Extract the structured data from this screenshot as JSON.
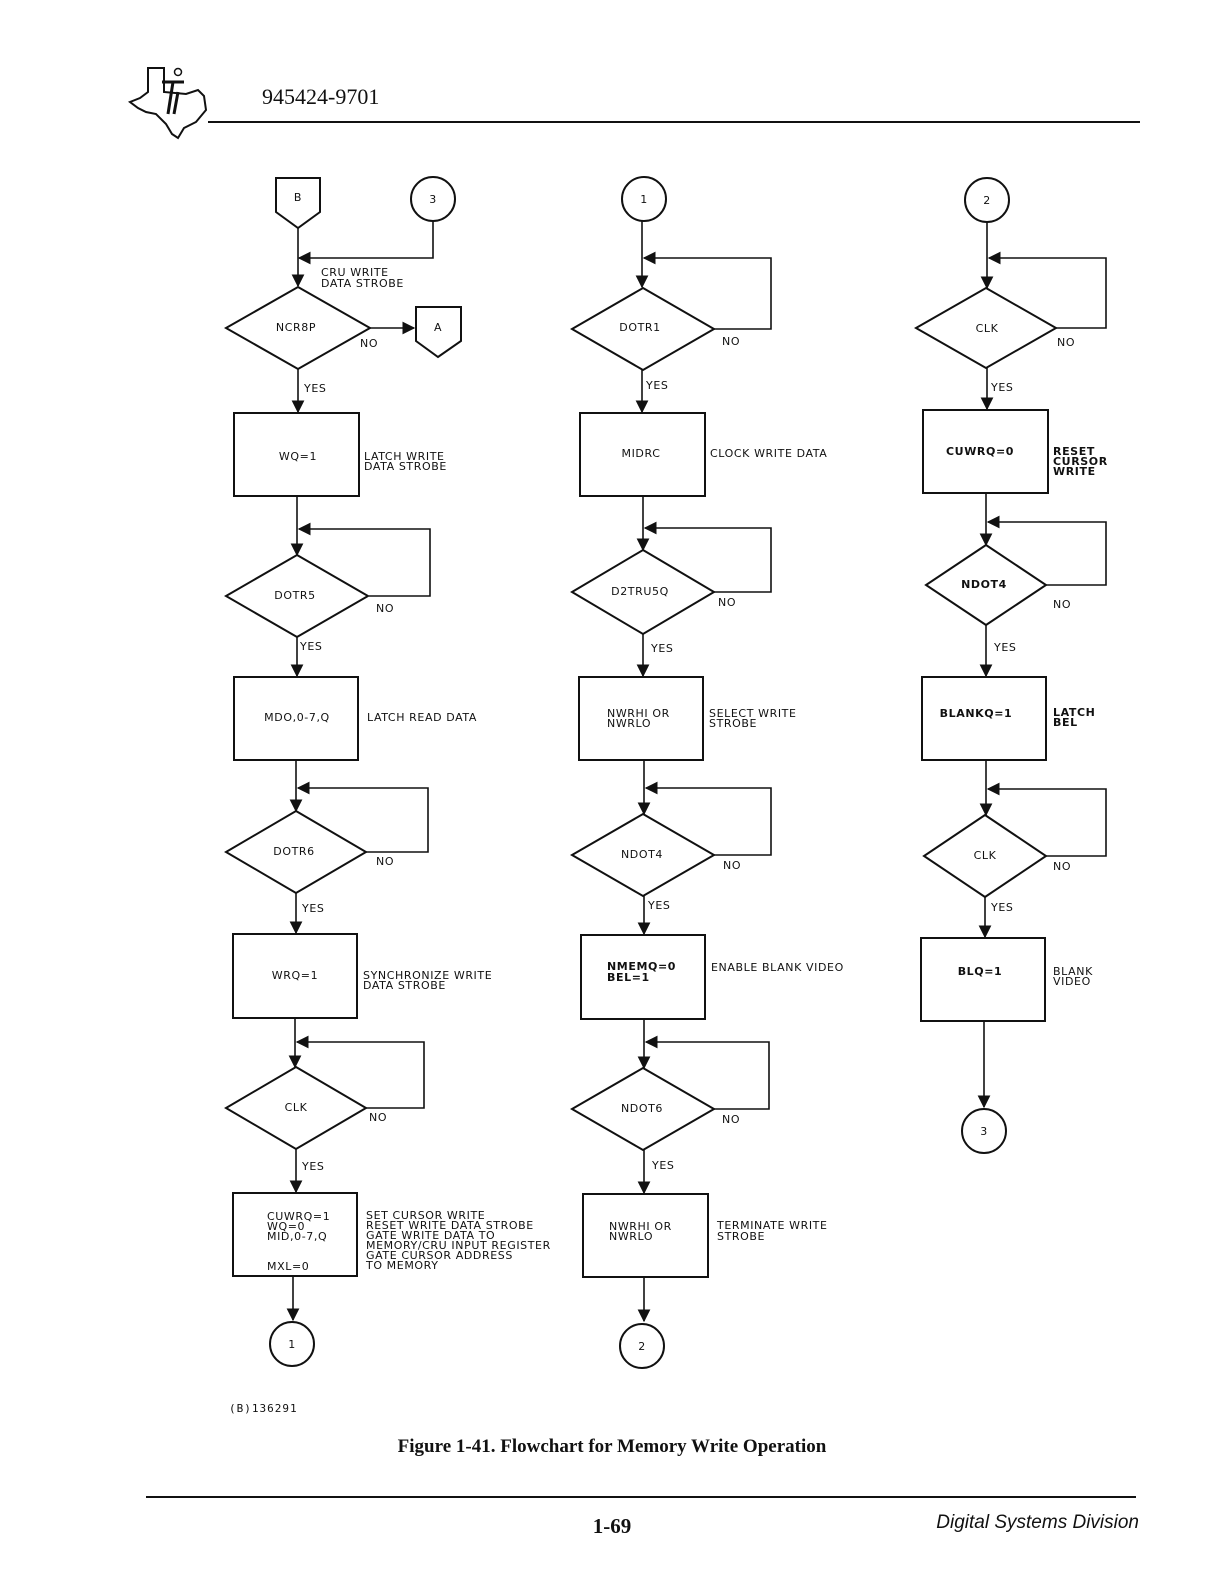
{
  "header": {
    "document_number": "945424-9701"
  },
  "figure": {
    "id": "(B)136291",
    "caption": "Figure 1-41. Flowchart for Memory Write Operation"
  },
  "footer": {
    "page_number": "1-69",
    "division": "Digital Systems Division"
  },
  "flowchart": {
    "connectors": {
      "b": "B",
      "three_in": "3",
      "a": "A",
      "one_in": "1",
      "two_in": "2",
      "one_out": "1",
      "two_out": "2",
      "three_out": "3"
    },
    "col1": {
      "entry_label": [
        "CRU WRITE",
        "DATA STROBE"
      ],
      "d1": "NCR8P",
      "d1_yes": "YES",
      "d1_no": "NO",
      "p1": "WQ=1",
      "p1_note": [
        "LATCH WRITE",
        "DATA STROBE"
      ],
      "d2": "DOTR5",
      "d2_yes": "YES",
      "d2_no": "NO",
      "p2": "MDO,0-7,Q",
      "p2_note": [
        "LATCH READ DATA"
      ],
      "d3": "DOTR6",
      "d3_yes": "YES",
      "d3_no": "NO",
      "p3": "WRQ=1",
      "p3_note": [
        "SYNCHRONIZE WRITE",
        "DATA STROBE"
      ],
      "d4": "CLK",
      "d4_yes": "YES",
      "d4_no": "NO",
      "p4": [
        "CUWRQ=1",
        "WQ=0",
        "MID,0-7,Q",
        "",
        "MXL=0"
      ],
      "p4_note": [
        "SET CURSOR WRITE",
        "RESET WRITE DATA STROBE",
        "GATE WRITE DATA TO",
        "MEMORY/CRU INPUT REGISTER",
        "GATE CURSOR ADDRESS",
        "TO MEMORY"
      ]
    },
    "col2": {
      "d1": "DOTR1",
      "d1_yes": "YES",
      "d1_no": "NO",
      "p1": "MIDRC",
      "p1_note": [
        "CLOCK WRITE DATA"
      ],
      "d2": "D2TRU5Q",
      "d2_yes": "YES",
      "d2_no": "NO",
      "p2": [
        "NWRHI OR",
        "NWRLO"
      ],
      "p2_note": [
        "SELECT WRITE",
        "STROBE"
      ],
      "d3": "NDOT4",
      "d3_yes": "YES",
      "d3_no": "NO",
      "p3": [
        "NMEMQ=0",
        "BEL=1"
      ],
      "p3_note": [
        "ENABLE BLANK VIDEO"
      ],
      "d4": "NDOT6",
      "d4_yes": "YES",
      "d4_no": "NO",
      "p4": [
        "NWRHI OR",
        "NWRLO"
      ],
      "p4_note": [
        "TERMINATE WRITE",
        "STROBE"
      ]
    },
    "col3": {
      "d1": "CLK",
      "d1_yes": "YES",
      "d1_no": "NO",
      "p1": "CUWRQ=0",
      "p1_note": [
        "RESET",
        "CURSOR",
        "WRITE"
      ],
      "d2": "NDOT4",
      "d2_yes": "YES",
      "d2_no": "NO",
      "p2": "BLANKQ=1",
      "p2_note": [
        "LATCH",
        "BEL"
      ],
      "d3": "CLK",
      "d3_yes": "YES",
      "d3_no": "NO",
      "p3": "BLQ=1",
      "p3_note": [
        "BLANK",
        "VIDEO"
      ]
    }
  }
}
